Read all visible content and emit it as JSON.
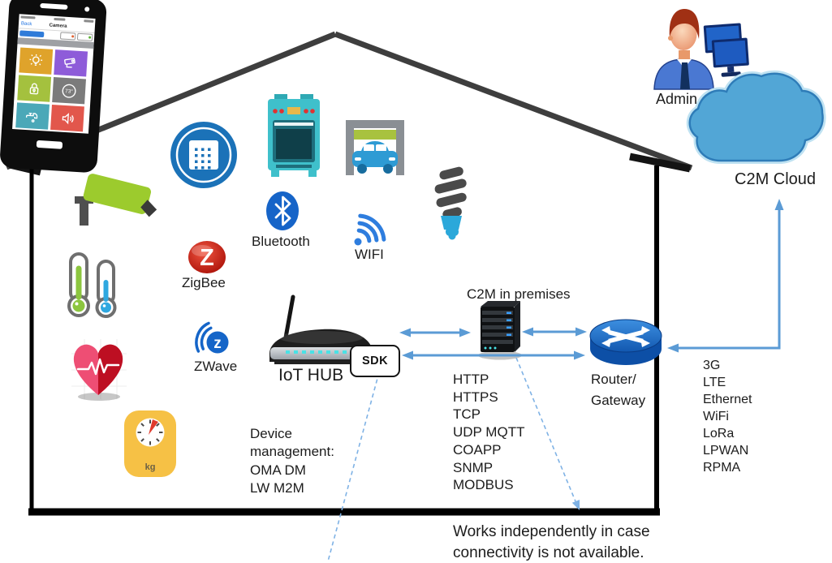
{
  "phone": {
    "nav_back": "Back",
    "nav_title": "Camera",
    "tiles": [
      {
        "icon": "light-bulb",
        "color": "#DFA32B"
      },
      {
        "icon": "cctv",
        "color": "#8E5CD9"
      },
      {
        "icon": "lock",
        "color": "#A4C13E"
      },
      {
        "icon": "thermostat-dial",
        "color": "#7B7B7B",
        "value": "73°"
      },
      {
        "icon": "faucet",
        "color": "#4BA8B8"
      },
      {
        "icon": "speaker",
        "color": "#E2574C"
      }
    ]
  },
  "wireless": {
    "bluetooth": "Bluetooth",
    "wifi": "WIFI",
    "zigbee": "ZigBee",
    "zwave": "ZWave",
    "zigbee_letter": "Z",
    "zwave_letter": "z"
  },
  "scale": {
    "unit": "kg"
  },
  "hub": {
    "label": "IoT HUB",
    "sdk": "SDK"
  },
  "premises": {
    "label": "C2M in premises"
  },
  "router": {
    "line1": "Router/",
    "line2": "Gateway"
  },
  "admin": {
    "label": "Admin"
  },
  "cloud": {
    "label": "C2M Cloud"
  },
  "protocols": [
    "HTTP",
    "HTTPS",
    "TCP",
    "UDP MQTT",
    "COAPP",
    "SNMP",
    "MODBUS"
  ],
  "device_management": {
    "lines": [
      "Device",
      "management:",
      "OMA DM",
      "LW M2M"
    ]
  },
  "wan_links": [
    "3G",
    "LTE",
    "Ethernet",
    "WiFi",
    "LoRa",
    "LPWAN",
    "RPMA"
  ],
  "note": {
    "line1": "Works independently in case",
    "line2": "connectivity is not available."
  },
  "colors": {
    "arrow": "#5B9BD5",
    "dashed": "#7FB2E5"
  }
}
